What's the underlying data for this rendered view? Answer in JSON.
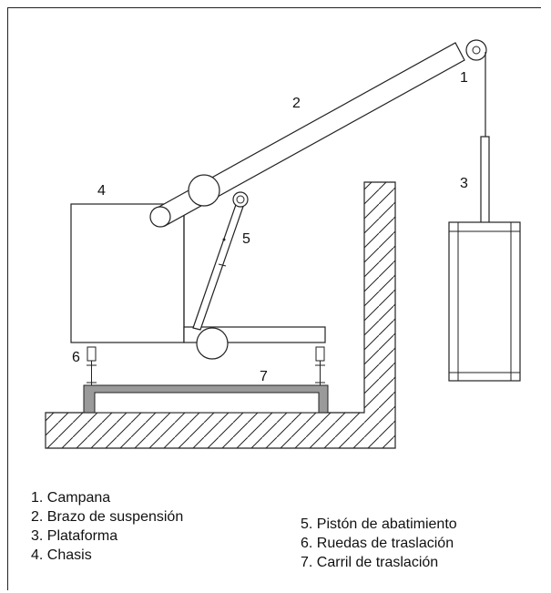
{
  "labels": {
    "n1": "1",
    "n2": "2",
    "n3": "3",
    "n4": "4",
    "n5": "5",
    "n6": "6",
    "n7": "7"
  },
  "legend": {
    "left": [
      "1. Campana",
      "2. Brazo de suspensión",
      "3. Plataforma",
      "4. Chasis"
    ],
    "right": [
      "5. Pistón de abatimiento",
      "6. Ruedas de traslación",
      "7. Carril de traslación"
    ]
  }
}
